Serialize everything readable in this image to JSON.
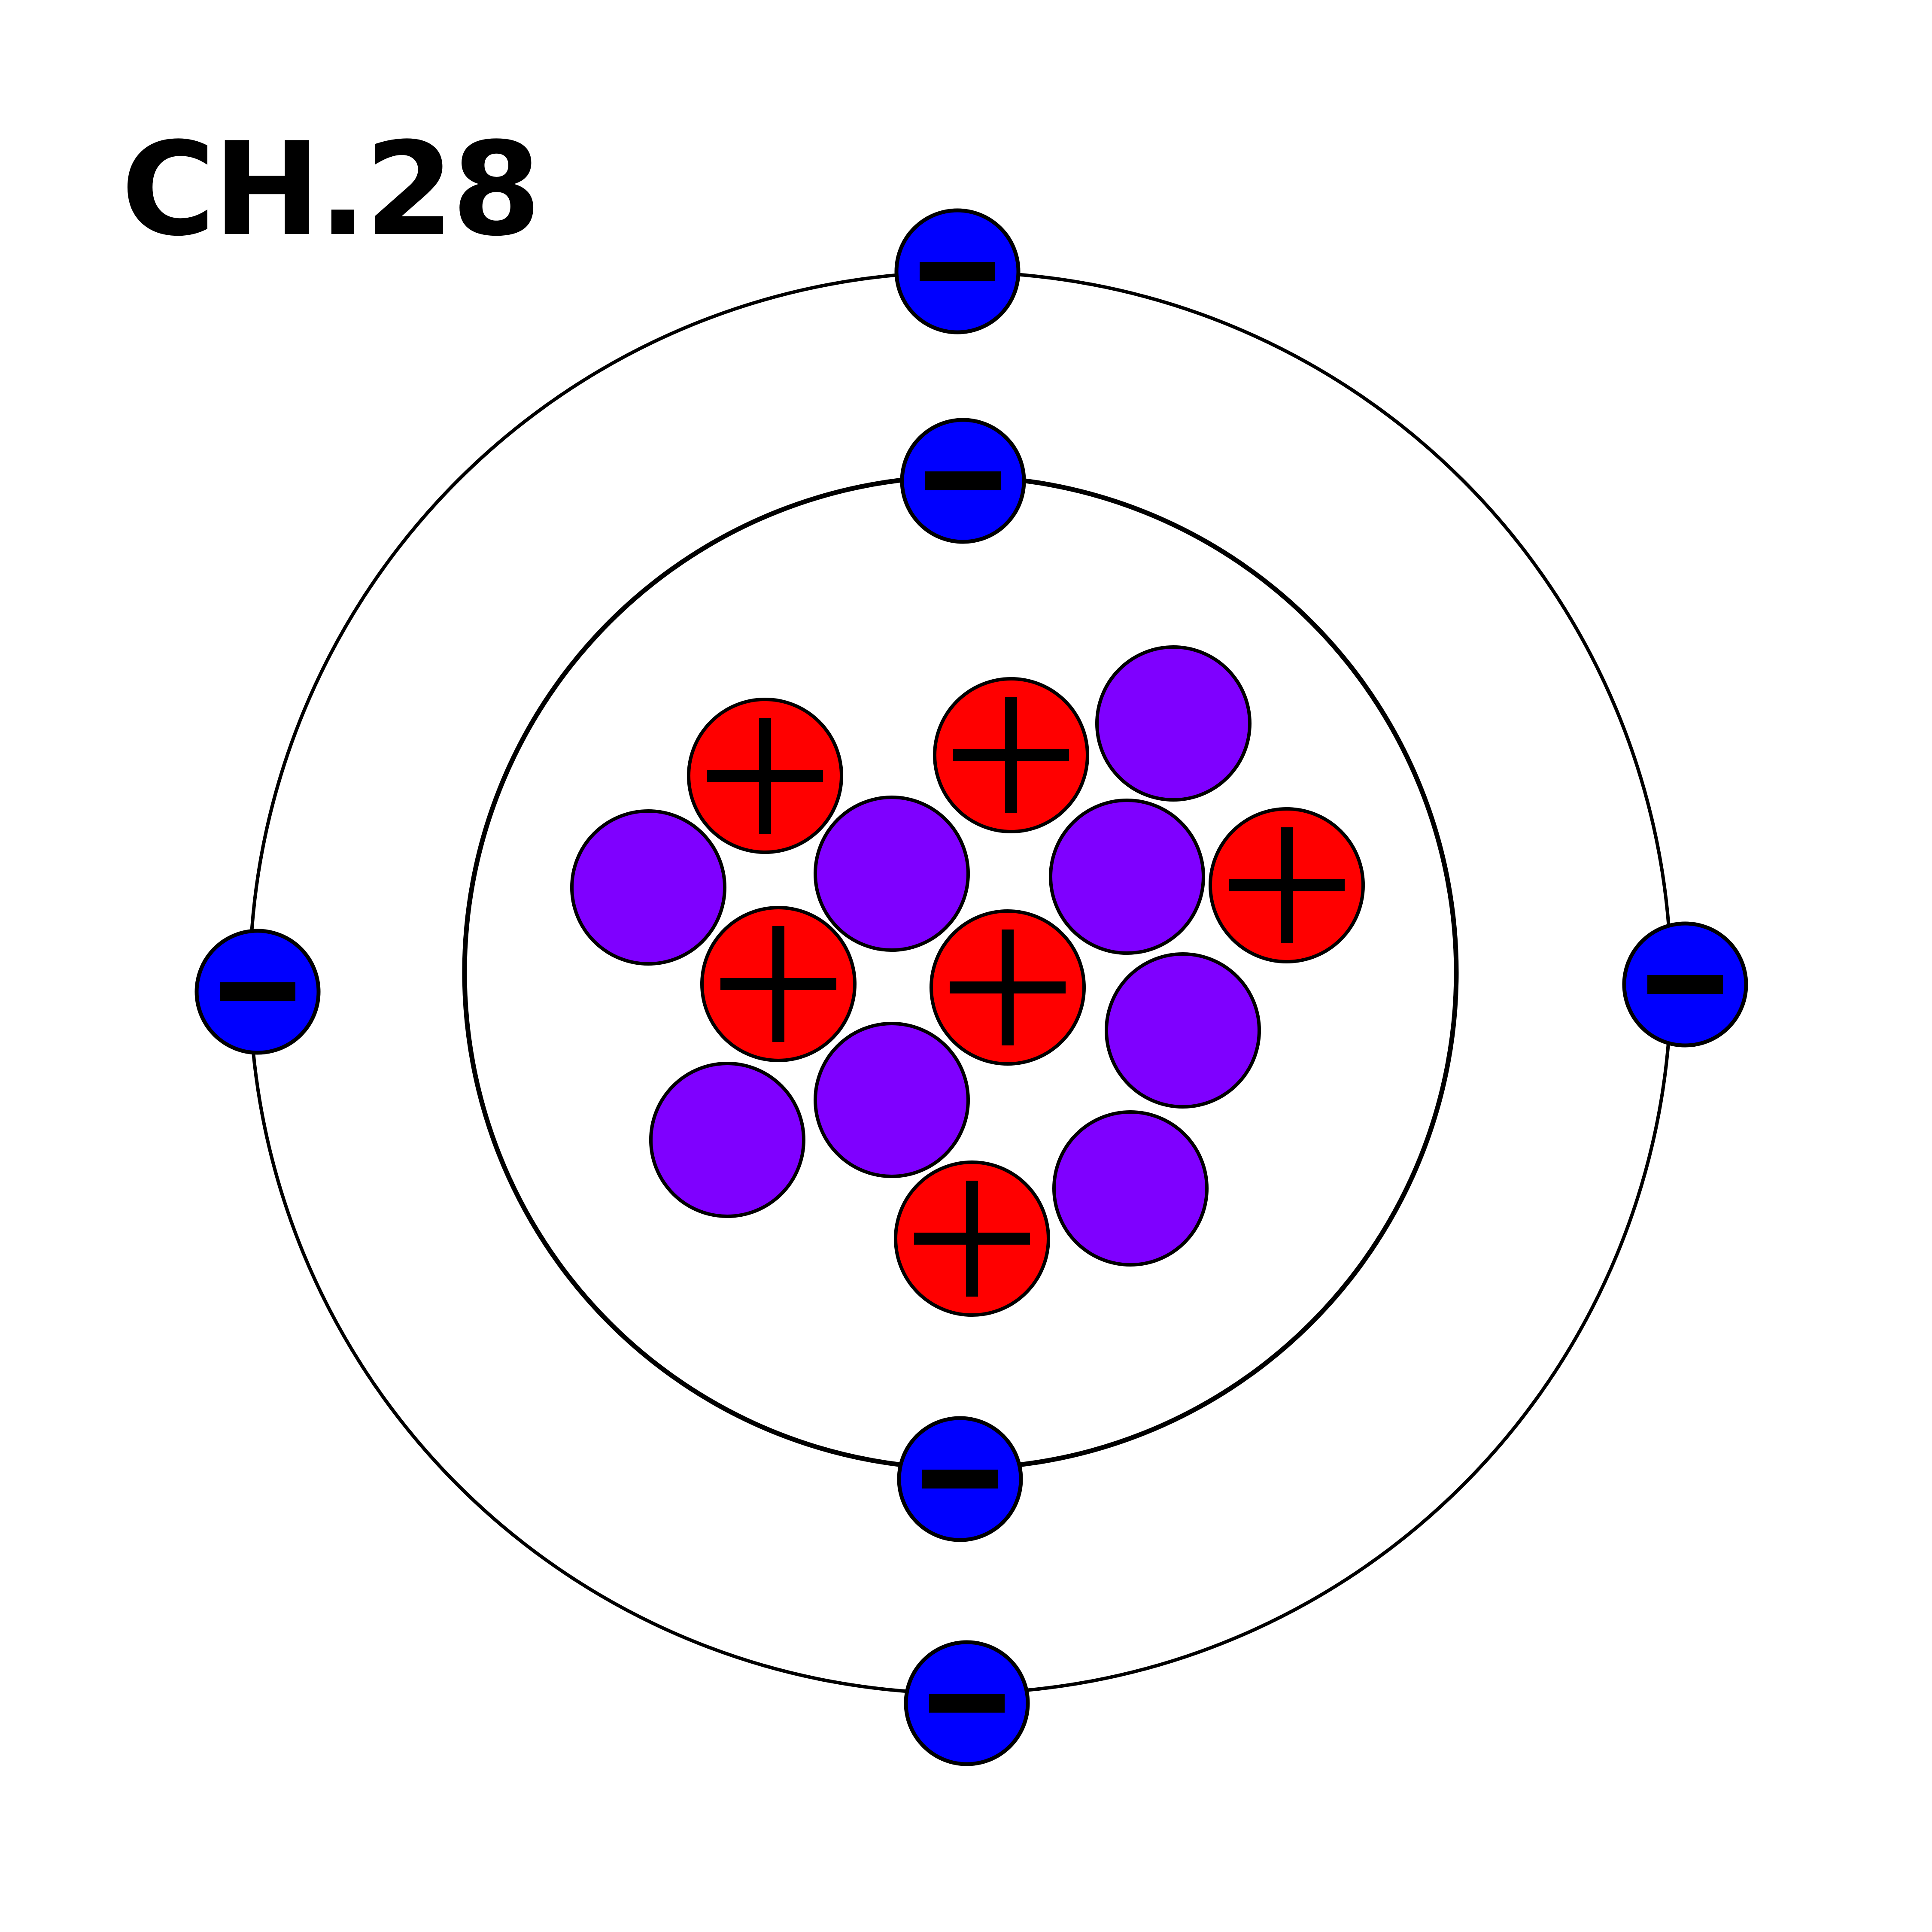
{
  "title": "CH.28",
  "colors": {
    "background": "#ffffff",
    "orbit": "#000000",
    "electron": "#0000ff",
    "proton": "#ff0000",
    "neutron": "#7f00ff",
    "outline": "#000000",
    "sign": "#000000"
  },
  "electron_shells": [
    {
      "shell": 1,
      "electron_count": 2
    },
    {
      "shell": 2,
      "electron_count": 4
    }
  ],
  "nucleus": {
    "proton_count": 6,
    "neutron_count": 8
  }
}
